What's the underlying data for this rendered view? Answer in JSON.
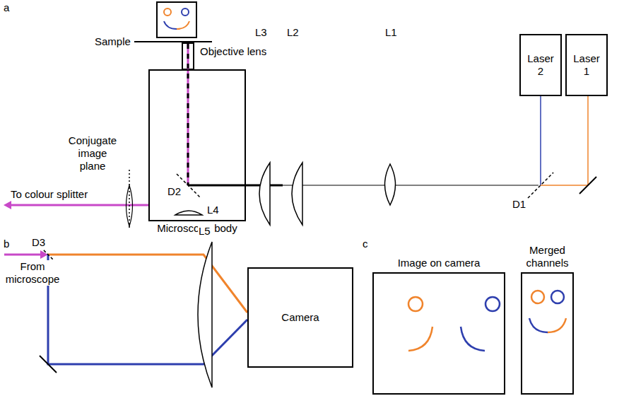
{
  "diagram": {
    "nodes": [
      {
        "text": [
          "Laser 2"
        ]
      },
      {
        "text": [
          "Laser 1"
        ]
      },
      {
        "text": [
          "Microscope body"
        ]
      },
      {
        "text": [
          "Camera"
        ]
      },
      {
        "text": [
          "Image on camera"
        ]
      },
      {
        "text": [
          "Merged channels"
        ]
      }
    ],
    "labels": [
      "a",
      "Sample",
      "Objective lens",
      "Conjugate image plane",
      "L3",
      "L2",
      "L1",
      "D2",
      "D1",
      "L4",
      "To colour splitter",
      "b",
      "D3",
      "From microscope",
      "L5",
      "c"
    ]
  }
}
